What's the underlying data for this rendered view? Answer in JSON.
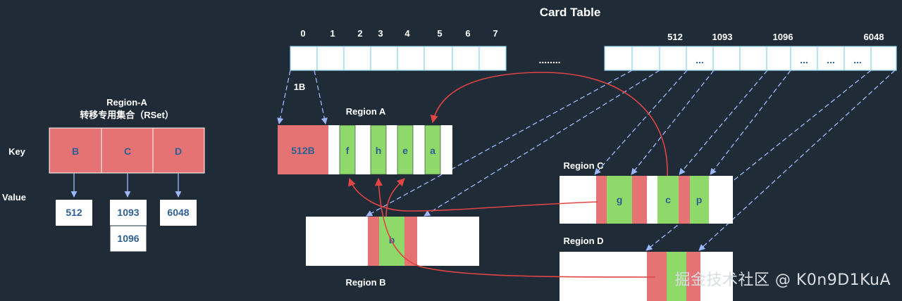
{
  "title": "Card Table",
  "card_table": {
    "left_indices": [
      "0",
      "1",
      "2",
      "3",
      "4",
      "5",
      "6",
      "7"
    ],
    "right_indices": [
      "512",
      "1093",
      "1096",
      "6048"
    ],
    "dots": "........",
    "cell_dots": "...",
    "card_size": "1B"
  },
  "rset": {
    "title": "Region-A",
    "subtitle": "转移专用集合（RSet）",
    "key_label": "Key",
    "value_label": "Value",
    "keys": [
      "B",
      "C",
      "D"
    ],
    "values": [
      [
        "512"
      ],
      [
        "1093",
        "1096"
      ],
      [
        "6048"
      ]
    ]
  },
  "regions": {
    "a": {
      "label": "Region A",
      "block": "512B",
      "cards": [
        "f",
        "h",
        "e",
        "a"
      ]
    },
    "b": {
      "label": "Region B",
      "cards": [
        "b"
      ]
    },
    "c": {
      "label": "Region C",
      "cards": [
        "g",
        "c",
        "p"
      ]
    },
    "d": {
      "label": "Region D"
    }
  },
  "colors": {
    "background": "#1f2b36",
    "cell_border": "#8fd3e8",
    "key_red": "#e57373",
    "card_green": "#8fd96a",
    "arrow_dashed": "#9db8ff",
    "arrow_red": "#e04444",
    "value_text": "#2d5f93"
  },
  "watermark": "掘金技术社区 @ K0n9D1KuA"
}
